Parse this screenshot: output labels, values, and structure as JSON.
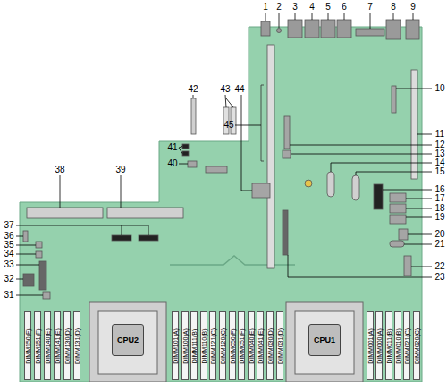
{
  "diagram": {
    "nodes": [
      {
        "text": [
          "DIMM150(F)"
        ]
      },
      {
        "text": [
          "DIMM151(F)"
        ]
      },
      {
        "text": [
          "DIMM140(E)"
        ]
      },
      {
        "text": [
          "DIMM141(E)"
        ]
      },
      {
        "text": [
          "DIMM130(D)"
        ]
      },
      {
        "text": [
          "DIMM131(D)"
        ]
      },
      {
        "text": [
          "CPU2"
        ]
      },
      {
        "text": [
          "DIMM101(A)"
        ]
      },
      {
        "text": [
          "DIMM100(A)"
        ]
      },
      {
        "text": [
          "DIMM111(B)"
        ]
      },
      {
        "text": [
          "DIMM110(B)"
        ]
      },
      {
        "text": [
          "DIMM121(C)"
        ]
      },
      {
        "text": [
          "DIMM120(C)"
        ]
      },
      {
        "text": [
          "DIMM050(F)"
        ]
      },
      {
        "text": [
          "DIMM051(F)"
        ]
      },
      {
        "text": [
          "DIMM040(E)"
        ]
      },
      {
        "text": [
          "DIMM041(E)"
        ]
      },
      {
        "text": [
          "DIMM030(D)"
        ]
      },
      {
        "text": [
          "DIMM031(D)"
        ]
      },
      {
        "text": [
          "CPU1"
        ]
      },
      {
        "text": [
          "DIMM001(A)"
        ]
      },
      {
        "text": [
          "DIMM000(A)"
        ]
      },
      {
        "text": [
          "DIMM011(B)"
        ]
      },
      {
        "text": [
          "DIMM010(B)"
        ]
      },
      {
        "text": [
          "DIMM021(C)"
        ]
      },
      {
        "text": [
          "DIMM020(C)"
        ]
      }
    ],
    "labels": [
      "1",
      "2",
      "3",
      "4",
      "5",
      "6",
      "7",
      "8",
      "9",
      "10",
      "11",
      "12",
      "13",
      "14",
      "15",
      "16",
      "17",
      "18",
      "19",
      "20",
      "21",
      "22",
      "23",
      "31",
      "32",
      "33",
      "34",
      "35",
      "36",
      "37",
      "38",
      "39",
      "40",
      "41",
      "42",
      "43",
      "44",
      "45"
    ]
  }
}
